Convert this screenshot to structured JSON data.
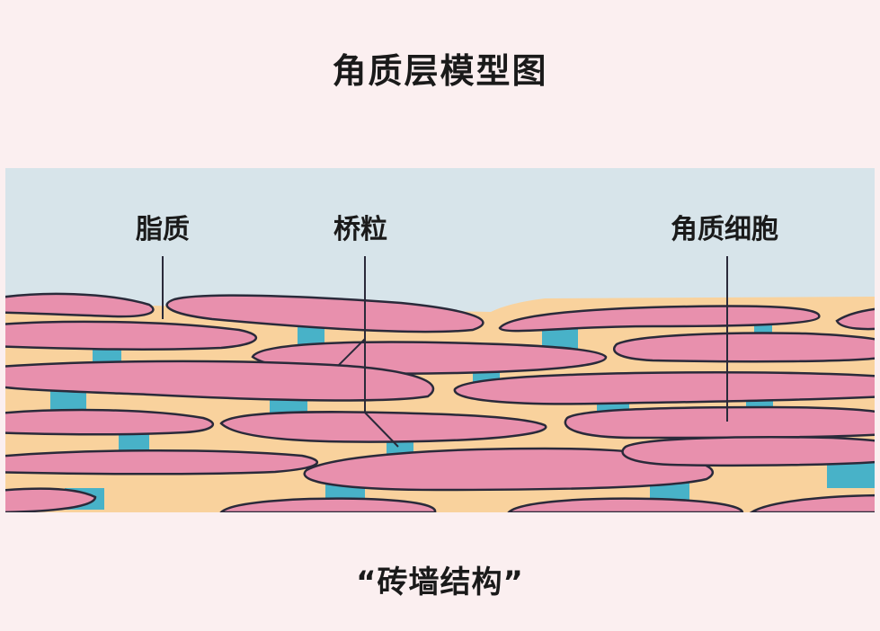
{
  "title": "角质层模型图",
  "caption": "“砖墙结构”",
  "labels": {
    "lipid": "脂质",
    "desmosome": "桥粒",
    "corneocyte": "角质细胞"
  },
  "colors": {
    "background": "#fbeff0",
    "sky": "#d7e4ea",
    "lipid": "#f9d29d",
    "corneocyte": "#e890ad",
    "desmosome": "#48b2c8",
    "outline": "#2a2a3a"
  }
}
